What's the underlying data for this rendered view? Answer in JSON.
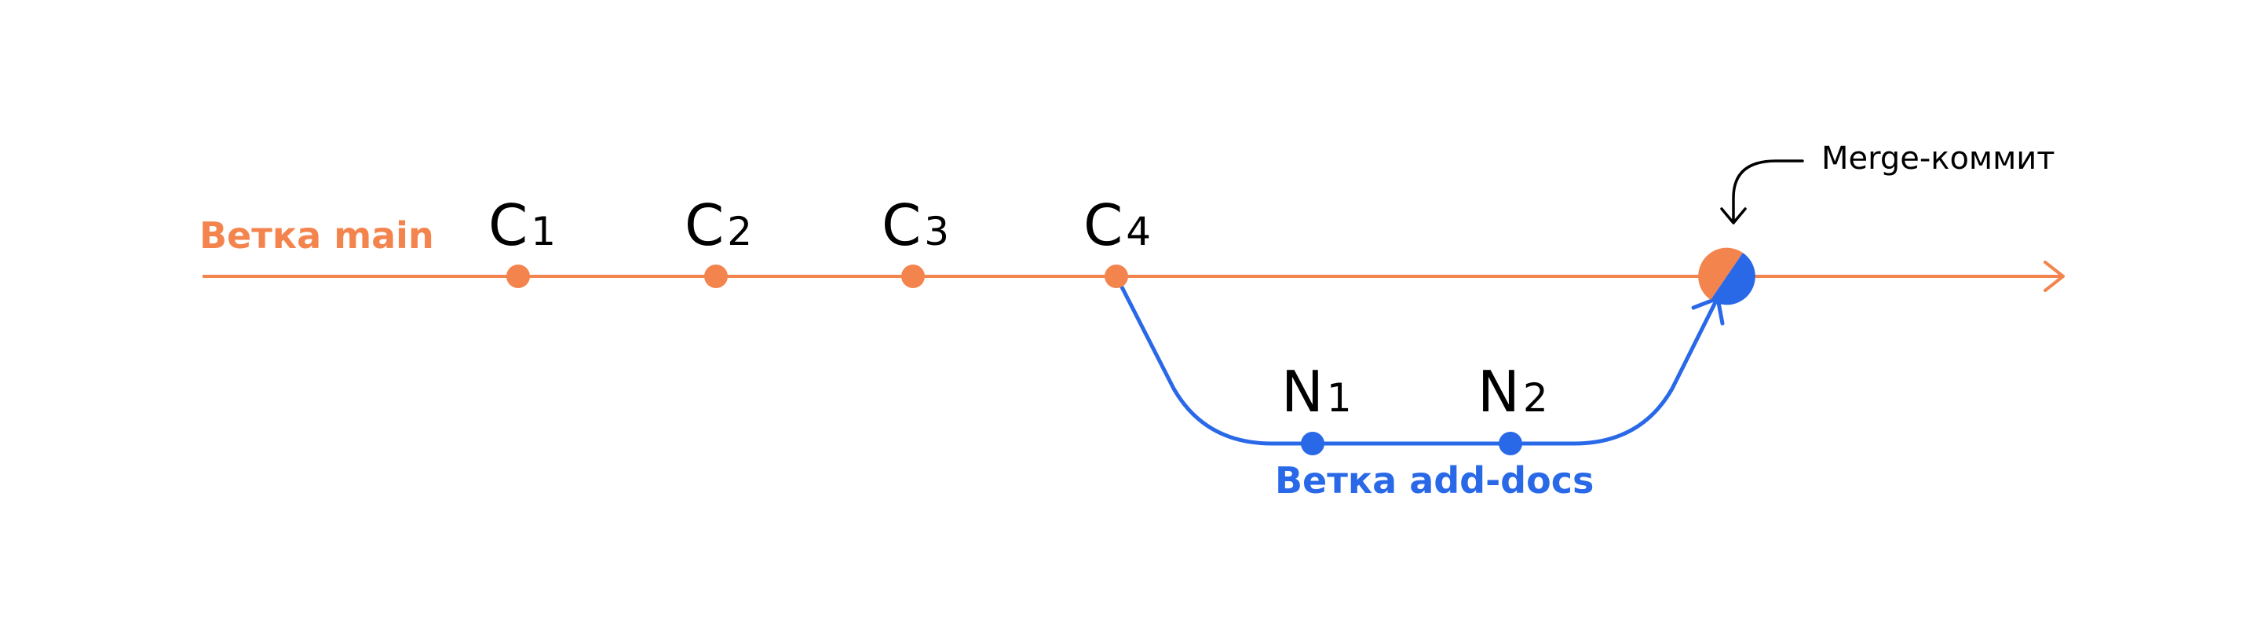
{
  "main_branch": {
    "label": "Ветка main",
    "color": "#F4844D",
    "commits": [
      {
        "main": "C",
        "sub": "1"
      },
      {
        "main": "C",
        "sub": "2"
      },
      {
        "main": "C",
        "sub": "3"
      },
      {
        "main": "C",
        "sub": "4"
      }
    ]
  },
  "feature_branch": {
    "label": "Ветка add-docs",
    "color": "#2969E8",
    "commits": [
      {
        "main": "N",
        "sub": "1"
      },
      {
        "main": "N",
        "sub": "2"
      }
    ]
  },
  "merge": {
    "label": "Merge-коммит"
  }
}
